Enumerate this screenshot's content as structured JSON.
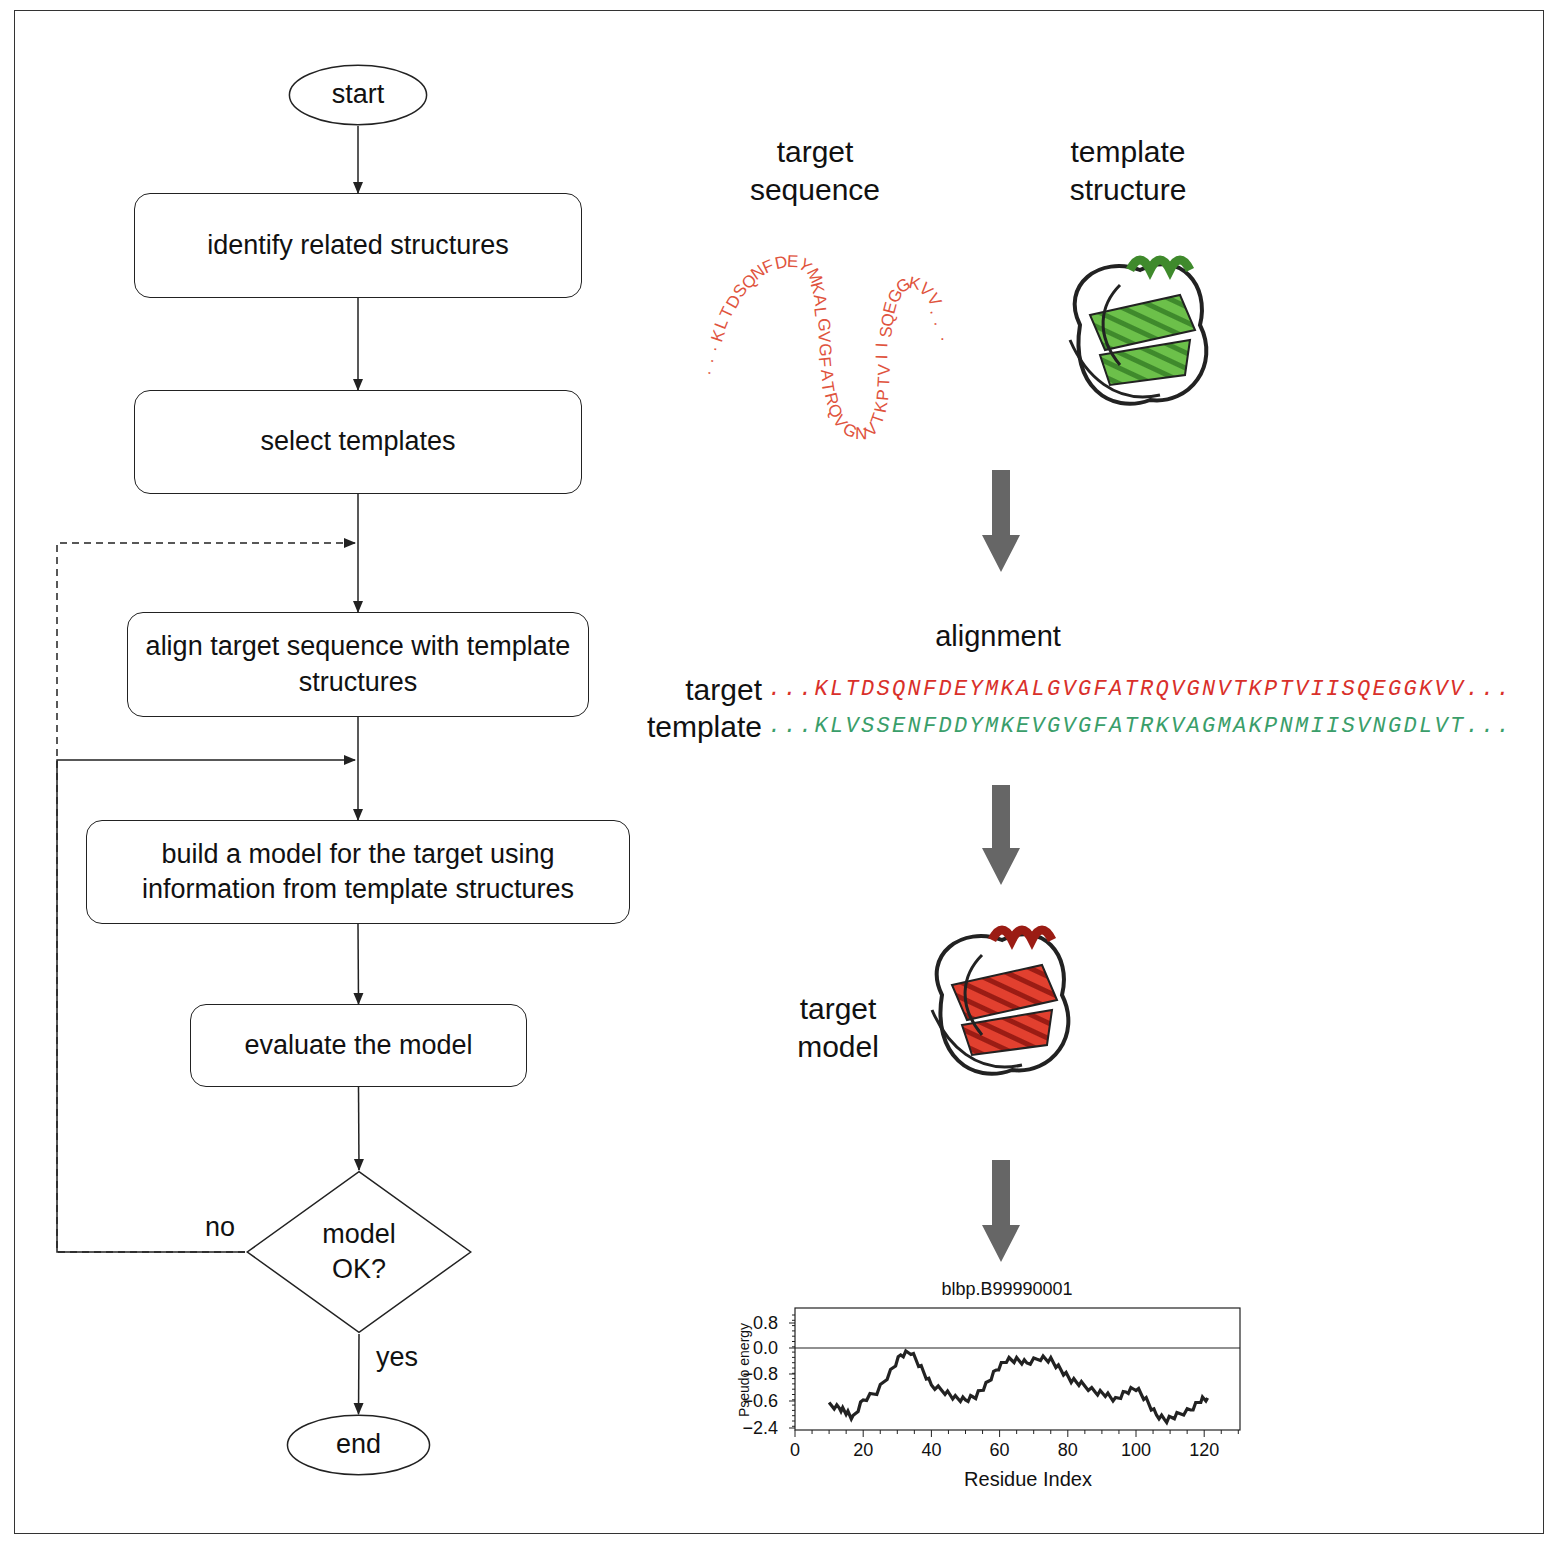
{
  "diagram": {
    "nodes": [
      {
        "text": [
          "start"
        ]
      },
      {
        "text": [
          "identify related structures"
        ]
      },
      {
        "text": [
          "select templates"
        ]
      },
      {
        "text": [
          "align target sequence with template structures"
        ]
      },
      {
        "text": [
          "build a model for the target using information from template structures"
        ]
      },
      {
        "text": [
          "evaluate the model"
        ]
      },
      {
        "text": [
          "model OK?"
        ]
      },
      {
        "text": [
          "end"
        ]
      }
    ],
    "edges": [
      {
        "from": 0,
        "to": 1,
        "arrow": "to"
      },
      {
        "from": 1,
        "to": 2,
        "arrow": "to"
      },
      {
        "from": 2,
        "to": 3,
        "arrow": "to"
      },
      {
        "from": 3,
        "to": 4,
        "arrow": "to"
      },
      {
        "from": 4,
        "to": 5,
        "arrow": "to"
      },
      {
        "from": 5,
        "to": 6,
        "arrow": "to"
      },
      {
        "from": 6,
        "to": 7,
        "label": "yes",
        "arrow": "to"
      },
      {
        "from": 6,
        "to": 4,
        "label": "no",
        "arrow": "to"
      },
      {
        "from": 6,
        "to": 3,
        "arrow": "to"
      }
    ],
    "labels": [
      "target sequence",
      "template structure",
      "...KLTDSQNFDEYMKALGVGFATRQVGNVTKPTVIISQEGGKVV...",
      "alignment",
      "target",
      "...KLTDSQNFDEYMKALGVGFATRQVGNVTKPTVIISQEGGKVV...",
      "template",
      "...KLVSSENFDDYMKEVGVGFATRKVAGMAKPNMIISVNGDLVT...",
      "target model",
      "blbp.B99990001",
      "Pseudo energy",
      "0.8",
      "0.0",
      "−0.8",
      "−0.6",
      "−2.4",
      "0",
      "20",
      "40",
      "60",
      "80",
      "100",
      "120",
      "Residue Index"
    ]
  }
}
